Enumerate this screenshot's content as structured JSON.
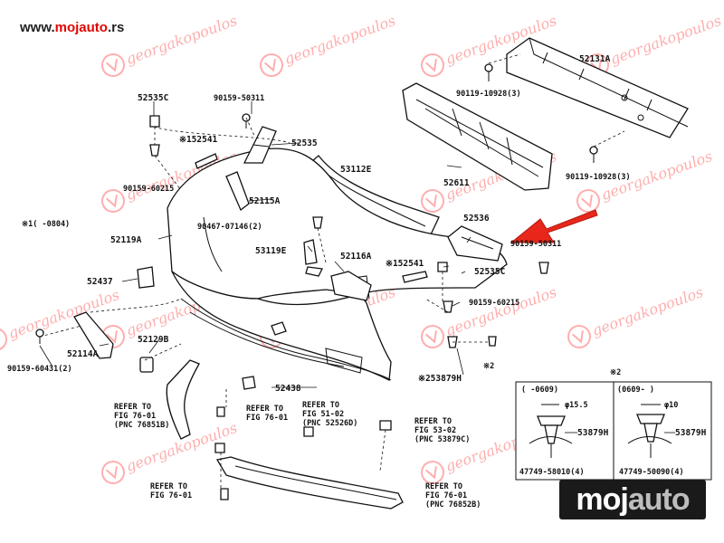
{
  "header": {
    "url_prefix": "www.",
    "url_highlight": "mojauto",
    "url_suffix": ".rs"
  },
  "watermark": {
    "text": "georgakopoulos"
  },
  "brand": {
    "part1": "moj",
    "part2": "auto"
  },
  "colors": {
    "arrow": "#e8271a",
    "watermark": "#ff6b6b",
    "brand_bg": "#1a1a1a"
  },
  "labels": [
    {
      "id": "l52131A",
      "text": "52131A"
    },
    {
      "id": "l90119a",
      "text": "90119-10928(3)"
    },
    {
      "id": "l90119b",
      "text": "90119-10928(3)"
    },
    {
      "id": "l52535C_top",
      "text": "52535C"
    },
    {
      "id": "l90159_50311_top",
      "text": "90159-50311"
    },
    {
      "id": "l52541_top",
      "text": "※152541"
    },
    {
      "id": "l52535",
      "text": "52535"
    },
    {
      "id": "l53112E",
      "text": "53112E"
    },
    {
      "id": "l52611",
      "text": "52611"
    },
    {
      "id": "l90159_60215_top",
      "text": "90159-60215"
    },
    {
      "id": "l52115A",
      "text": "52115A"
    },
    {
      "id": "lnote1",
      "text": "※1(   -0804)"
    },
    {
      "id": "l90467",
      "text": "90467-07146(2)"
    },
    {
      "id": "l52536",
      "text": "52536"
    },
    {
      "id": "l52119A",
      "text": "52119A"
    },
    {
      "id": "l90159_50311_right",
      "text": "90159-50311"
    },
    {
      "id": "l53119E",
      "text": "53119E"
    },
    {
      "id": "l52116A",
      "text": "52116A"
    },
    {
      "id": "l52541_mid",
      "text": "※152541"
    },
    {
      "id": "l52535C_mid",
      "text": "52535C"
    },
    {
      "id": "l52437",
      "text": "52437"
    },
    {
      "id": "l90159_60215_mid",
      "text": "90159-60215"
    },
    {
      "id": "l52114A",
      "text": "52114A"
    },
    {
      "id": "l52129B",
      "text": "52129B"
    },
    {
      "id": "l90159_60431",
      "text": "90159-60431(2)"
    },
    {
      "id": "l53879H_main",
      "text": "※253879H"
    },
    {
      "id": "lnote2a",
      "text": "※2"
    },
    {
      "id": "l52438",
      "text": "52438"
    },
    {
      "id": "lnote2b",
      "text": "※2"
    }
  ],
  "refs": [
    {
      "id": "r1",
      "lines": [
        "REFER TO",
        "FIG 76-01",
        "(PNC 76851B)"
      ]
    },
    {
      "id": "r2",
      "lines": [
        "REFER TO",
        "FIG 76-01"
      ]
    },
    {
      "id": "r3",
      "lines": [
        "REFER TO",
        "FIG 51-02",
        "(PNC 52526D)"
      ]
    },
    {
      "id": "r4",
      "lines": [
        "REFER TO",
        "FIG 53-02",
        "(PNC 53879C)"
      ]
    },
    {
      "id": "r5",
      "lines": [
        "REFER TO",
        "FIG 76-01"
      ]
    },
    {
      "id": "r6",
      "lines": [
        "REFER TO",
        "FIG 76-01",
        "(PNC 76852B)"
      ]
    }
  ],
  "inset": {
    "left": {
      "range": "(     -0609)",
      "dim": "φ15.5",
      "part": "53879H",
      "bolt": "47749-58010(4)"
    },
    "right": {
      "range": "(0609-      )",
      "dim": "φ10",
      "part": "53879H",
      "bolt": "47749-50090(4)"
    }
  }
}
